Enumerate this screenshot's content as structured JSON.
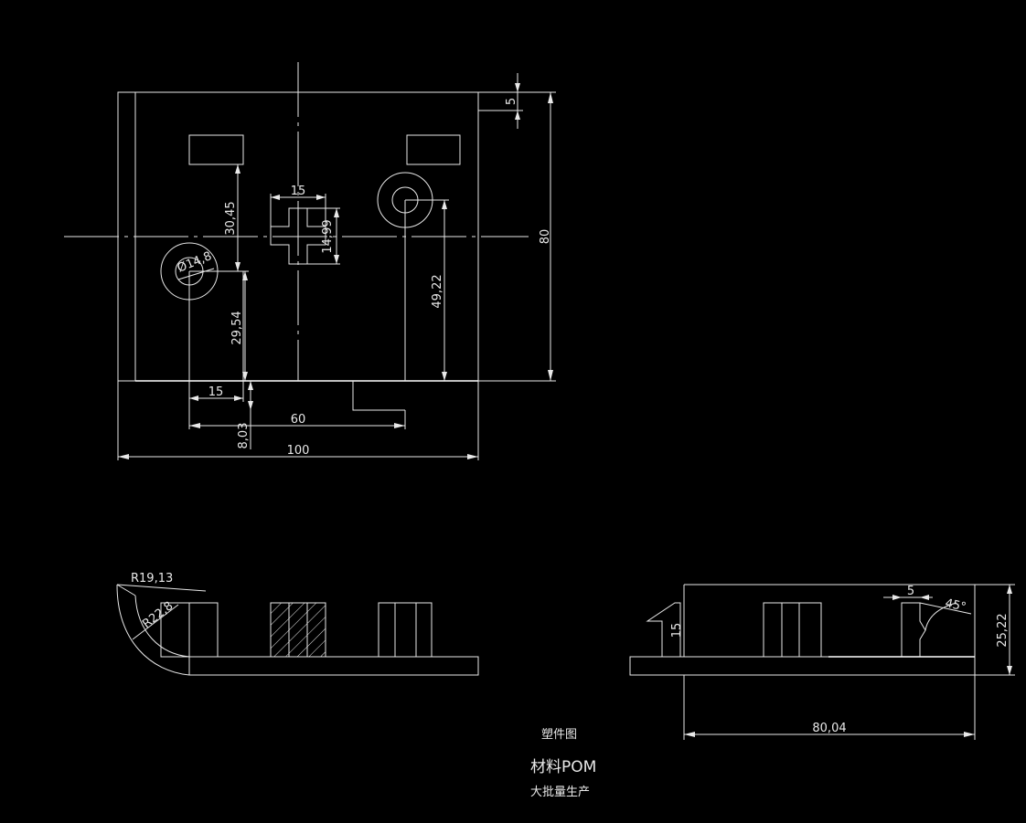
{
  "dims": {
    "top_offset": "5",
    "overall_height": "80",
    "cross_width": "15",
    "dist_30_45": "30,45",
    "cross_height": "14,99",
    "dia": "Ø14,8",
    "dist_29_54": "29,54",
    "dist_49_22": "49,22",
    "left_15": "15",
    "span_60": "60",
    "dist_8_03": "8,03",
    "overall_width": "100",
    "r_19_13": "R19,13",
    "r_22_8": "R22,8",
    "rib_15": "15",
    "small_5": "5",
    "angle": "45°",
    "height_25_22": "25,22",
    "width_80_04": "80,04"
  },
  "notes": {
    "title": "塑件图",
    "material": "材料POM",
    "production": "大批量生产"
  },
  "colors": {
    "background": "#000000",
    "linework": "#e8e8e8"
  }
}
